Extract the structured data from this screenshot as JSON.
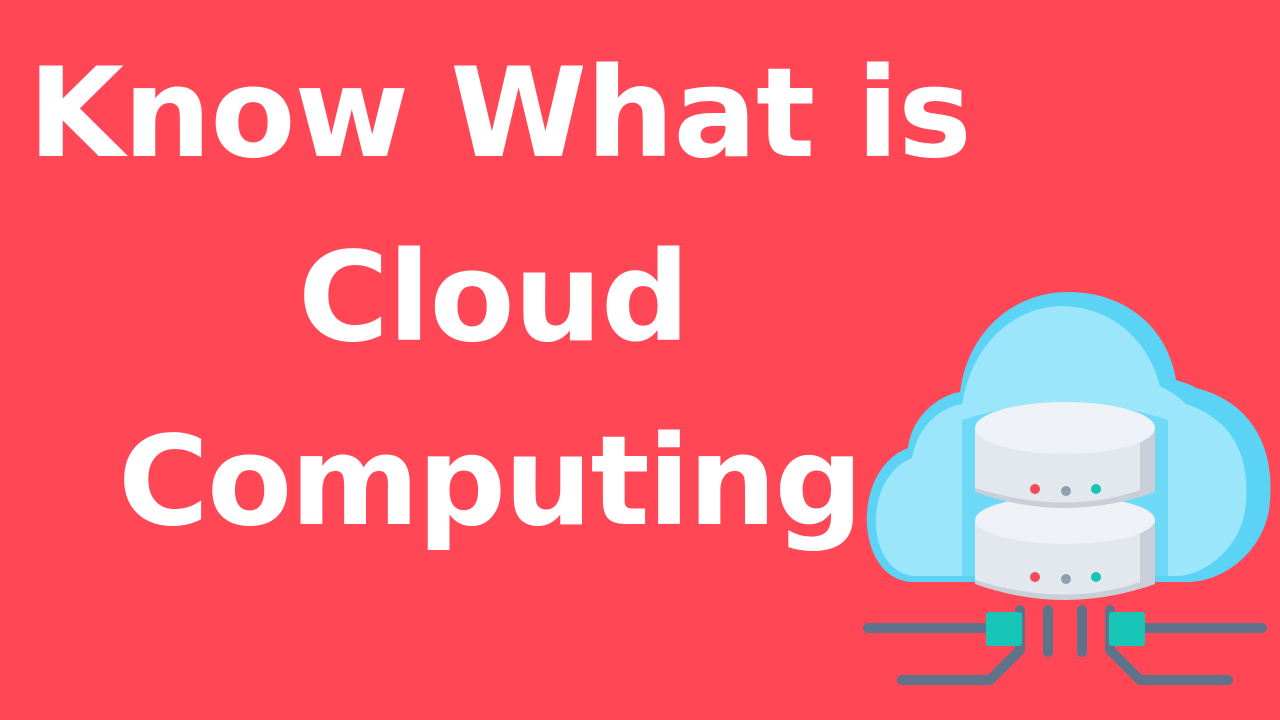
{
  "heading": {
    "line1": "Know What is",
    "line2": "Cloud",
    "line3": "Computing"
  },
  "colors": {
    "background": "#FF4756",
    "text": "#FFFFFF",
    "cloud_fill": "#9BE6FA",
    "cloud_edge": "#5AD3F5",
    "server_body": "#E3E7EE",
    "server_side": "#C9CFD8",
    "wire": "#5E7389",
    "connector": "#17C6B7",
    "led_red": "#F24A5A",
    "led_gray": "#8EA0B0",
    "led_teal": "#17C6B7"
  },
  "illustration": {
    "icon": "cloud-server-network-icon"
  }
}
